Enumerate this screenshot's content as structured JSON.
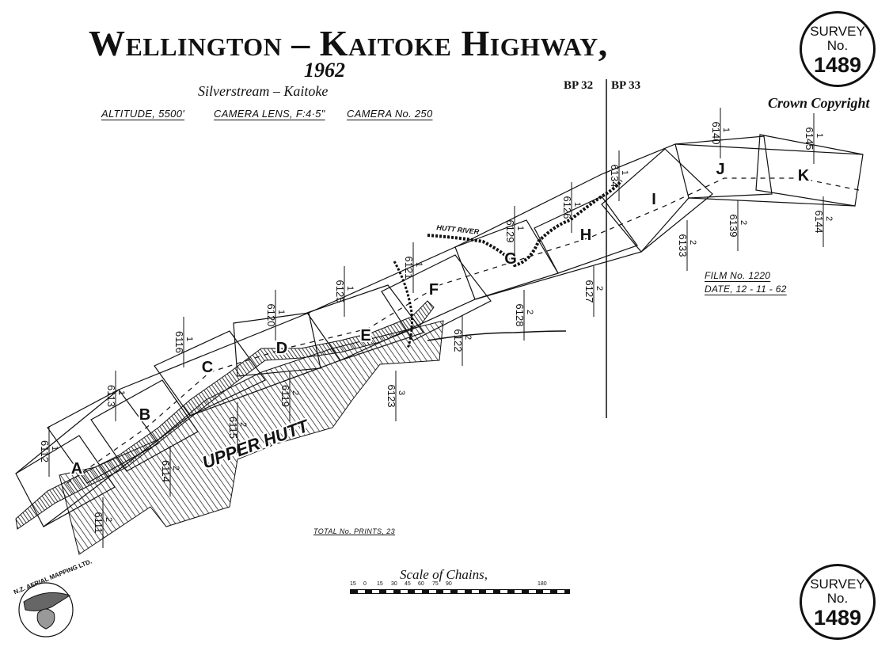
{
  "title": "Wellington – Kaitoke Highway,",
  "year": "1962",
  "route": "Silverstream – Kaitoke",
  "altitude": "ALTITUDE, 5500'",
  "lens": "CAMERA LENS, F:4·5\"",
  "camera": "CAMERA No. 250",
  "bp_left": "BP 32",
  "bp_right": "BP 33",
  "copyright": "Crown Copyright",
  "survey": {
    "label": "SURVEY",
    "no": "No.",
    "number": "1489"
  },
  "film": "FILM No. 1220",
  "date": "DATE, 12 - 11 - 62",
  "total_prints": "TOTAL No. PRINTS, 23",
  "scale": {
    "title": "Scale of Chains,",
    "ticks": [
      "15",
      "0",
      "15",
      "30",
      "45",
      "60",
      "75",
      "90",
      "180"
    ]
  },
  "place": "UPPER HUTT",
  "river": "HUTT RIVER",
  "logo_text": "N.Z. AERIAL MAPPING LTD.",
  "run_letters": [
    "A",
    "B",
    "C",
    "D",
    "E",
    "F",
    "G",
    "H",
    "I",
    "J",
    "K"
  ],
  "print_labels": [
    {
      "n": "6112",
      "s": "1"
    },
    {
      "n": "6111",
      "s": "2"
    },
    {
      "n": "6113",
      "s": "1"
    },
    {
      "n": "6114",
      "s": "2"
    },
    {
      "n": "6116",
      "s": "1"
    },
    {
      "n": "6115",
      "s": "2"
    },
    {
      "n": "6120",
      "s": "1"
    },
    {
      "n": "6119",
      "s": "2"
    },
    {
      "n": "6125",
      "s": "1"
    },
    {
      "n": "6123",
      "s": "3"
    },
    {
      "n": "6121",
      "s": "1"
    },
    {
      "n": "6122",
      "s": "2"
    },
    {
      "n": "6129",
      "s": "1"
    },
    {
      "n": "6128",
      "s": "2"
    },
    {
      "n": "6126",
      "s": "1"
    },
    {
      "n": "6127",
      "s": "2"
    },
    {
      "n": "6134",
      "s": "1"
    },
    {
      "n": "6133",
      "s": "2"
    },
    {
      "n": "6140",
      "s": "1"
    },
    {
      "n": "6139",
      "s": "2"
    },
    {
      "n": "6145",
      "s": "1"
    },
    {
      "n": "6144",
      "s": "2"
    }
  ]
}
